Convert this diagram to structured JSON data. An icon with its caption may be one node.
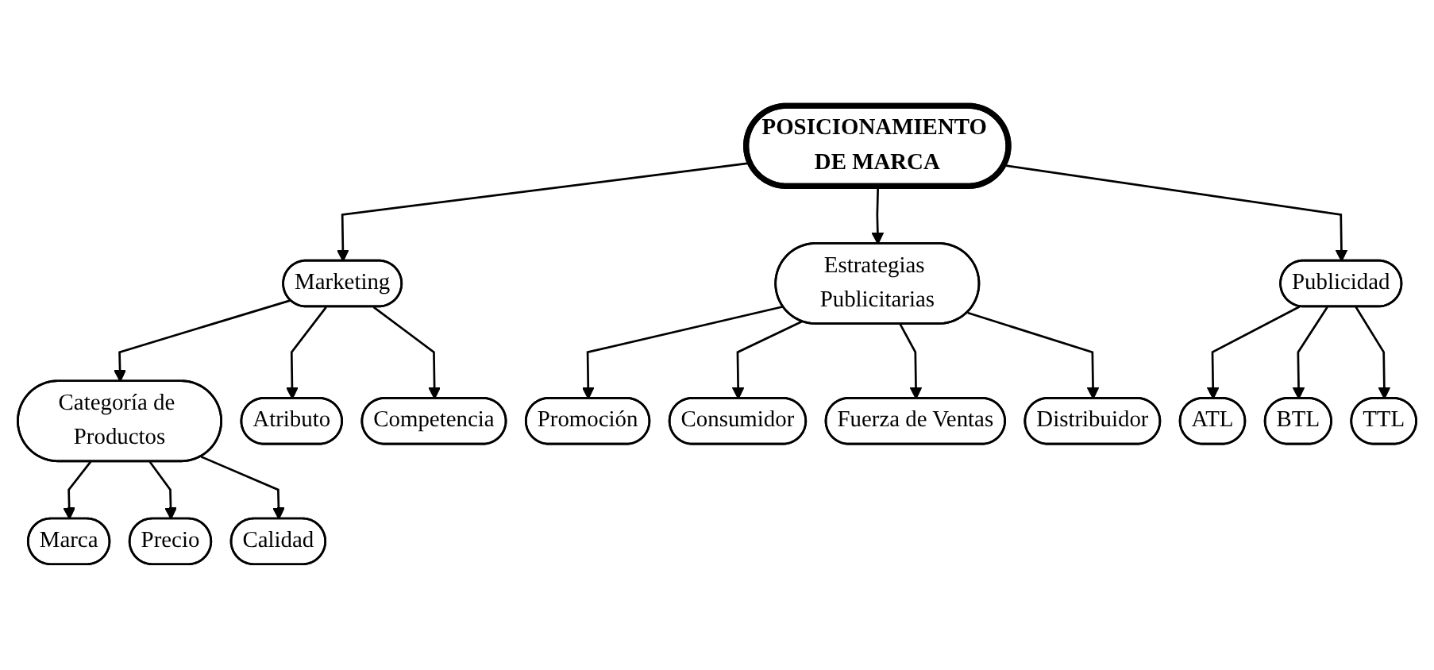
{
  "diagram": {
    "nodes": [
      {
        "text": [
          "Promoción"
        ]
      },
      {
        "text": [
          "Precio"
        ]
      },
      {
        "text": [
          "Consumidor"
        ]
      },
      {
        "text": [
          "Marca"
        ]
      },
      {
        "text": [
          "Calidad"
        ]
      },
      {
        "text": [
          "Estrategias Publicitarias"
        ]
      },
      {
        "text": [
          "Fuerza de Ventas"
        ]
      },
      {
        "text": [
          "Categoría de Productos"
        ]
      },
      {
        "text": [
          "Distribuidor"
        ]
      },
      {
        "text": [
          "Atributo"
        ]
      },
      {
        "text": [
          "POSICIONAMIENTO DE MARCA"
        ]
      },
      {
        "text": [
          "Marketing"
        ]
      },
      {
        "text": [
          "ATL"
        ]
      },
      {
        "text": [
          "Publicidad"
        ]
      },
      {
        "text": [
          "Competencia"
        ]
      },
      {
        "text": [
          "BTL"
        ]
      },
      {
        "text": [
          "TTL"
        ]
      }
    ],
    "edges": [
      {
        "from": 10,
        "to": 11,
        "arrow": "to"
      },
      {
        "from": 10,
        "to": 5,
        "arrow": "to"
      },
      {
        "from": 10,
        "to": 13,
        "arrow": "to"
      },
      {
        "from": 11,
        "to": 7,
        "arrow": "to"
      },
      {
        "from": 11,
        "to": 9,
        "arrow": "to"
      },
      {
        "from": 11,
        "to": 14,
        "arrow": "to"
      },
      {
        "from": 7,
        "to": 3,
        "arrow": "to"
      },
      {
        "from": 7,
        "to": 1,
        "arrow": "to"
      },
      {
        "from": 7,
        "to": 4,
        "arrow": "to"
      },
      {
        "from": 5,
        "to": 0,
        "arrow": "to"
      },
      {
        "from": 5,
        "to": 2,
        "arrow": "to"
      },
      {
        "from": 5,
        "to": 6,
        "arrow": "to"
      },
      {
        "from": 5,
        "to": 8,
        "arrow": "to"
      },
      {
        "from": 13,
        "to": 12,
        "arrow": "to"
      },
      {
        "from": 13,
        "to": 15,
        "arrow": "to"
      },
      {
        "from": 13,
        "to": 16,
        "arrow": "to"
      }
    ]
  }
}
